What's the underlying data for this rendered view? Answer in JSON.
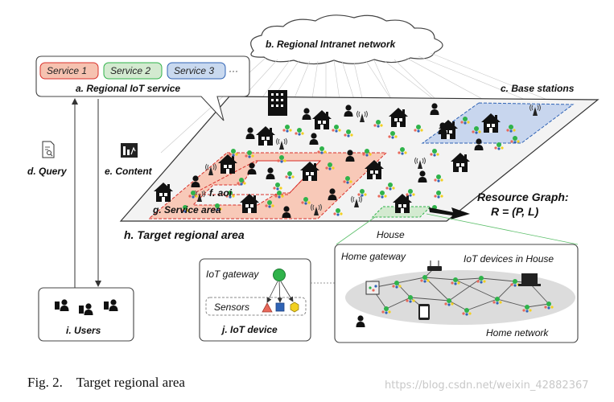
{
  "labels": {
    "intranet": "b. Regional Intranet network",
    "base_stations": "c. Base stations",
    "iot_service": "a. Regional IoT service",
    "service1": "Service 1",
    "service2": "Service 2",
    "service3": "Service 3",
    "ellipsis": "···",
    "query": "d. Query",
    "content": "e. Content",
    "aoi": "f. aoi",
    "service_area": "g. Service area",
    "target_area": "h. Target regional area",
    "resource_graph": "Resource Graph:",
    "resource_formula": "R = (P, L)",
    "house": "House",
    "home_gateway": "Home gateway",
    "iot_devices_house": "IoT devices in House",
    "home_network": "Home network",
    "iot_gateway": "IoT gateway",
    "sensors": "Sensors",
    "iot_device": "j. IoT device",
    "users": "i. Users"
  },
  "caption": "Fig. 2.    Target regional area",
  "watermark": "https://blog.csdn.net/weixin_42882367",
  "colors": {
    "service1": "#f6c2b0",
    "service2": "#d3ead0",
    "service3": "#c9d9ef",
    "service_area": "#f8c9b8",
    "base_station_area": "#c8d6ee",
    "plane": "#f2f2f2",
    "gateway": "#2fb34a",
    "triangle": "#e8685a",
    "square": "#2f63b5",
    "hexagon": "#f2d020"
  }
}
